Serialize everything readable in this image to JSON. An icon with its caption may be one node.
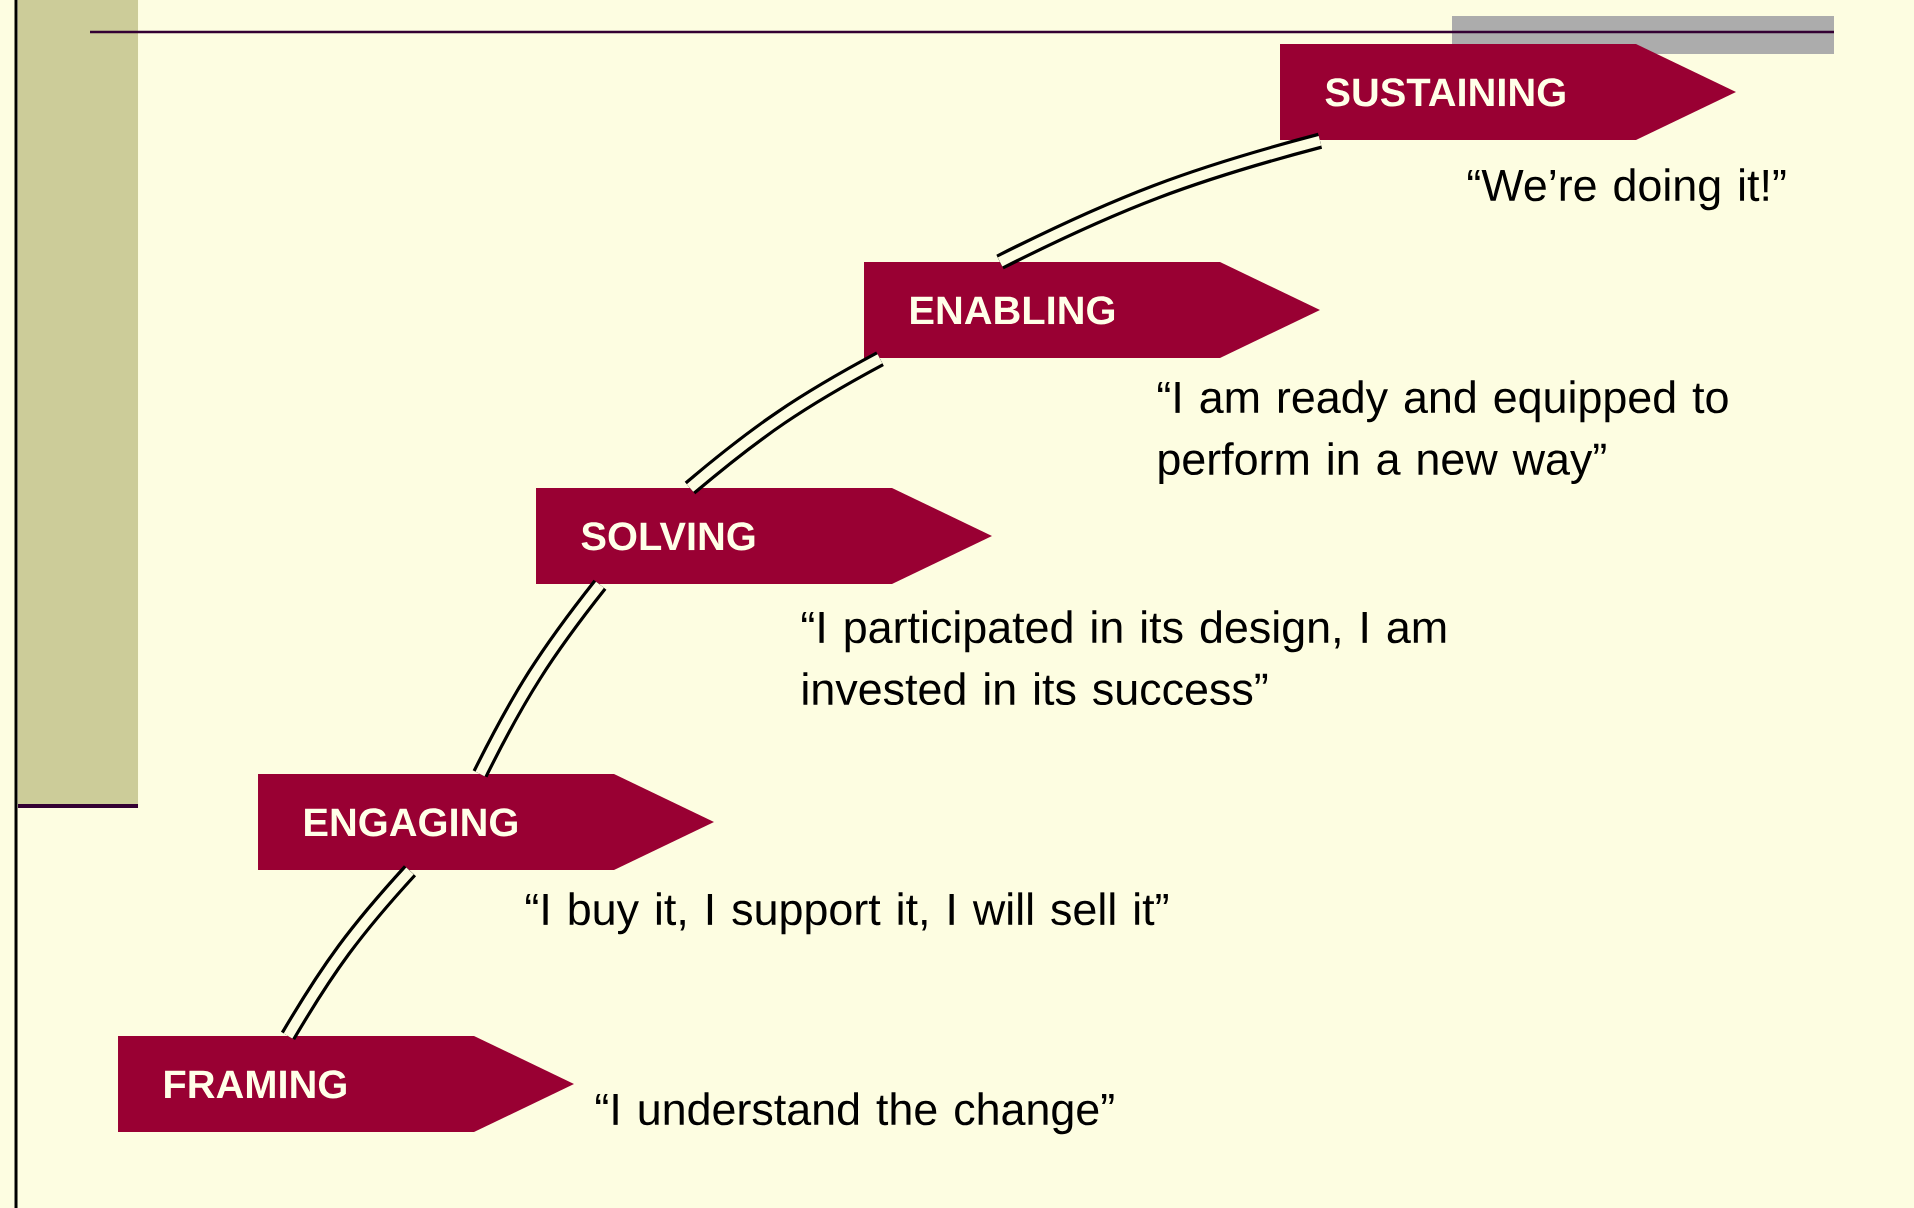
{
  "diagram": {
    "nodes": [
      {
        "text": [
          "FRAMING"
        ],
        "beside": [
          "“I understand the change”"
        ]
      },
      {
        "text": [
          "ENGAGING"
        ],
        "beside": [
          "“I buy it, I support it, I will sell it”"
        ]
      },
      {
        "text": [
          "SOLVING"
        ],
        "beside": [
          "“I participated in its design, I am invested in its success”"
        ]
      },
      {
        "text": [
          "ENABLING"
        ],
        "beside": [
          "“I am ready and equipped to perform in a new way”"
        ]
      },
      {
        "text": [
          "SUSTAINING"
        ],
        "beside": [
          "“We’re doing it!”"
        ]
      }
    ],
    "edges": [
      {
        "from": 0,
        "to": 1,
        "arrow": "none"
      },
      {
        "from": 1,
        "to": 2,
        "arrow": "none"
      },
      {
        "from": 2,
        "to": 3,
        "arrow": "none"
      },
      {
        "from": 3,
        "to": 4,
        "arrow": "none"
      }
    ]
  }
}
